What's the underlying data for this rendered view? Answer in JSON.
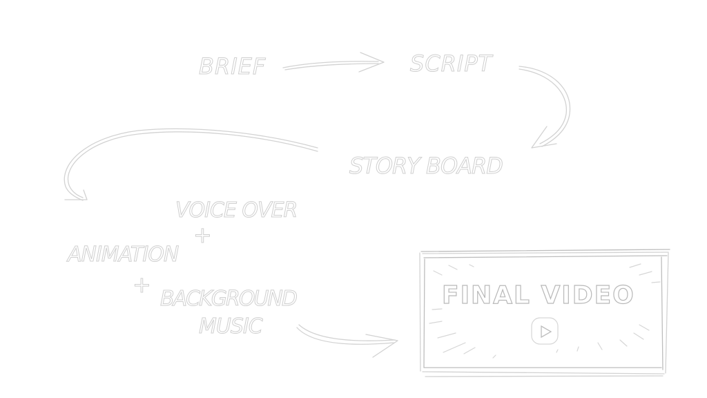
{
  "diagram": {
    "steps": {
      "brief": "BRIEF",
      "script": "SCRIPT",
      "storyboard": "STORY BOARD",
      "voice_over": "VOICE OVER",
      "animation": "ANIMATION",
      "background": "BACKGROUND",
      "music": "MUSIC",
      "plus": "+"
    },
    "final_video": {
      "title": "FINAL VIDEO",
      "play_icon": "play-icon"
    },
    "colors": {
      "background": "#ffffff",
      "stroke": "#d0d0d0",
      "frame_stroke": "#bdbdbd"
    },
    "flow": [
      "BRIEF",
      "SCRIPT",
      "STORY BOARD",
      "VOICE OVER + ANIMATION + BACKGROUND MUSIC",
      "FINAL VIDEO"
    ]
  }
}
